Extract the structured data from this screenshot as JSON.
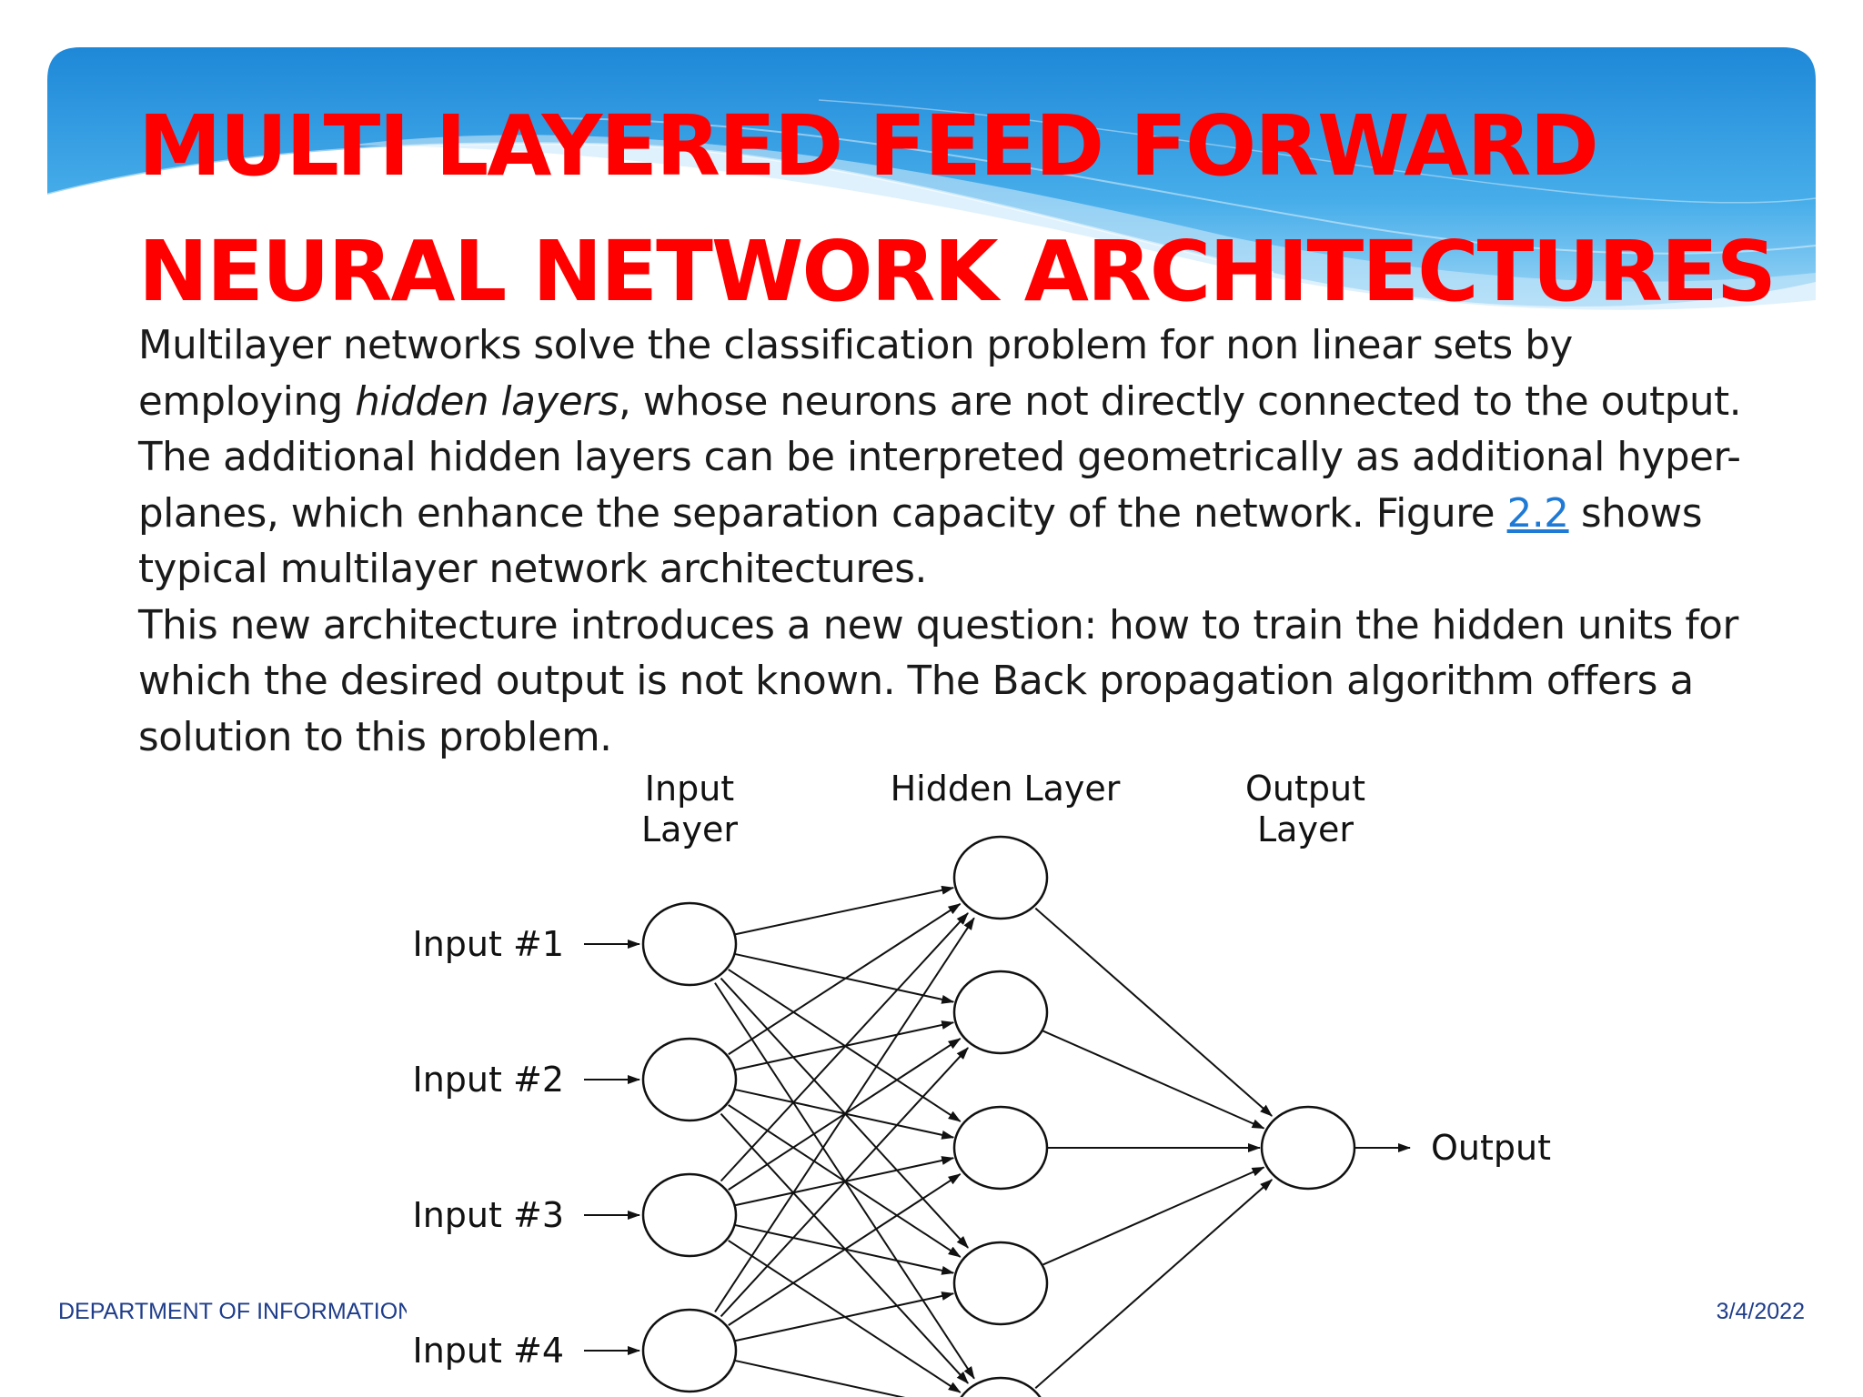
{
  "slide": {
    "title_lines": [
      "MULTI LAYERED FEED FORWARD",
      "NEURAL NETWORK ARCHITECTURES"
    ],
    "paragraph": {
      "line1": "Multilayer networks solve the classification problem for non linear sets by",
      "line2_before": "employing ",
      "line2_italic": "hidden layers",
      "line2_after": ", whose neurons are not directly connected to the output.",
      "line3": "The additional hidden layers can be interpreted geometrically as additional hyper-",
      "line4_before": "planes, which enhance the separation capacity of the network. Figure ",
      "line4_link": "2.2",
      "line4_after": " shows",
      "line5": "typical multilayer network architectures.",
      "line6": "This new architecture introduces a new question: how to train the hidden units for",
      "line7": "which the desired output is not known. The Back propagation algorithm offers a",
      "line8": "solution to this problem."
    },
    "diagram": {
      "headers": {
        "input_layer": [
          "Input",
          "Layer"
        ],
        "hidden_layer": "Hidden Layer",
        "output_layer": [
          "Output",
          "Layer"
        ]
      },
      "input_labels": [
        "Input #1",
        "Input #2",
        "Input #3",
        "Input #4"
      ],
      "output_label": "Output",
      "hidden_node_count": 5
    },
    "footer": {
      "department": "DEPARTMENT OF INFORMATION TECHNOLOGY",
      "date": "3/4/2022"
    },
    "colors": {
      "title": "#ff0000",
      "body_text": "#1a1a1a",
      "link": "#1f7ad6",
      "footer": "#1f3d8a",
      "banner_top": "#1e88d8",
      "banner_bottom": "#8fd0f5"
    }
  }
}
